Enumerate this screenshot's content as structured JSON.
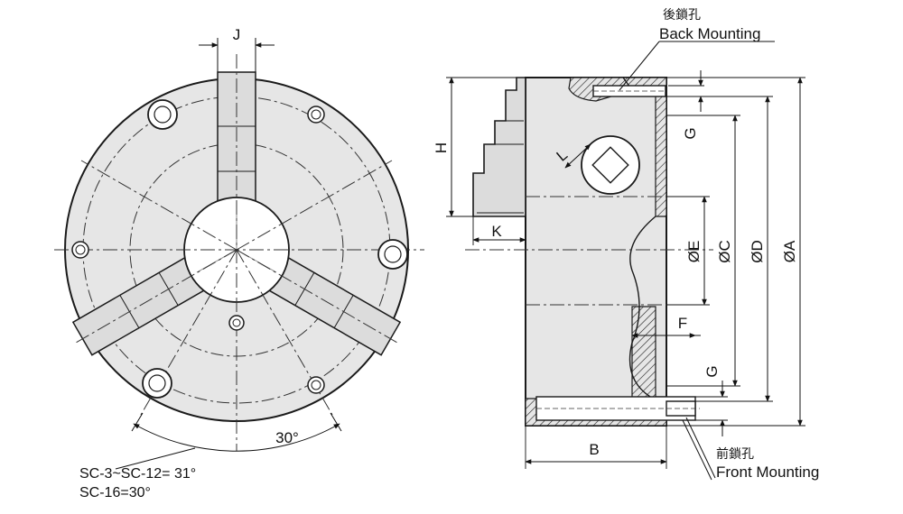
{
  "front_view": {
    "dim_j": "J",
    "angle_label": "30°",
    "note_line_1": "SC-3~SC-12= 31°",
    "note_line_2": "SC-16=30°"
  },
  "side_view": {
    "back_mounting_cn": "後鎖孔",
    "back_mounting_en": "Back Mounting",
    "front_mounting_cn": "前鎖孔",
    "front_mounting_en": "Front Mounting",
    "dim_h": "H",
    "dim_l": "L",
    "dim_k": "K",
    "dim_b": "B",
    "dim_g_top": "G",
    "dim_g_bottom": "G",
    "dim_f": "F",
    "dim_e": "ØE",
    "dim_c": "ØC",
    "dim_d": "ØD",
    "dim_a": "ØA"
  },
  "colors": {
    "body_fill": "#e6e6e6",
    "outline": "#1a1a1a",
    "center_line": "#333333",
    "background": "#ffffff"
  }
}
